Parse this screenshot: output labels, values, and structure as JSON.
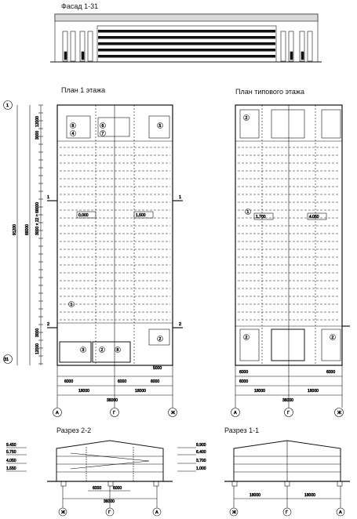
{
  "titles": {
    "facade": "Фасад 1-31",
    "plan1": "План 1 этажа",
    "plan_typical": "План типового этажа",
    "section22": "Разрез 2-2",
    "section11": "Разрез 1-1"
  },
  "plan1": {
    "vertical_dims": [
      "12000",
      "3000",
      "3000 × 22 = 66000",
      "66000",
      "3000",
      "12000",
      "91200"
    ],
    "cut_marks": [
      "1",
      "1",
      "2",
      "2"
    ],
    "elevations": [
      "0.000",
      "1.500"
    ],
    "room_numbers": [
      "8",
      "6",
      "7",
      "4",
      "5",
      "1",
      "2",
      "3",
      "2",
      "8"
    ],
    "horiz_dims": [
      "5000",
      "6000",
      "6000",
      "6000",
      "18000",
      "18000",
      "36000"
    ],
    "axes_rows": [
      "1",
      "31"
    ],
    "axes_cols": [
      "А",
      "Г",
      "Ж"
    ]
  },
  "plan_typical": {
    "elevations": [
      "1.700",
      "4.050"
    ],
    "room_numbers": [
      "2",
      "1",
      "2",
      "2"
    ],
    "horiz_dims": [
      "6000",
      "6000",
      "6000",
      "18000",
      "18000",
      "36000"
    ],
    "axes_cols": [
      "А",
      "Г",
      "Ж"
    ]
  },
  "section22": {
    "levels": [
      "9.450",
      "5.750",
      "4.050",
      "1.550"
    ],
    "dims": [
      "6000",
      "6000",
      "36000"
    ],
    "axes": [
      "Ж",
      "Г",
      "А"
    ]
  },
  "section11": {
    "levels": [
      "9.900",
      "6.400",
      "3.700",
      "1.000"
    ],
    "dims": [
      "18000",
      "18000"
    ],
    "axes": [
      "Ж",
      "Г",
      "А"
    ]
  }
}
